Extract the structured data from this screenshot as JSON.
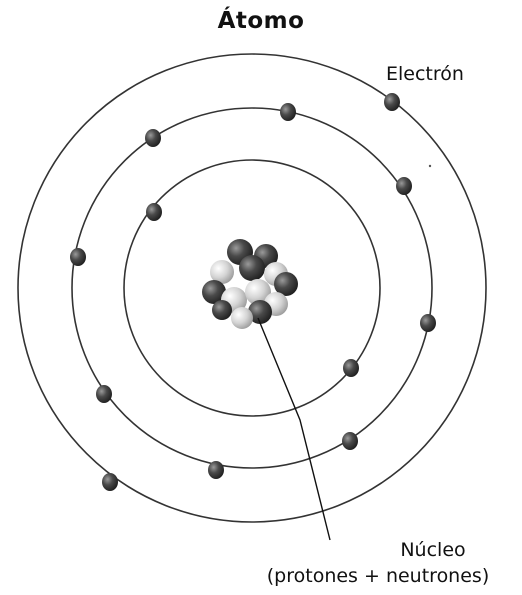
{
  "title": "Átomo",
  "labels": {
    "electron": "Electrón",
    "nucleus": "Núcleo",
    "nucleus_detail": "(protones + neutrones)"
  },
  "colors": {
    "orbit": "#333333",
    "electron": "#3a3a3a",
    "particle_dark": "#2f2f2f",
    "particle_light": "#c8c8c8",
    "leader_line": "#111111"
  }
}
